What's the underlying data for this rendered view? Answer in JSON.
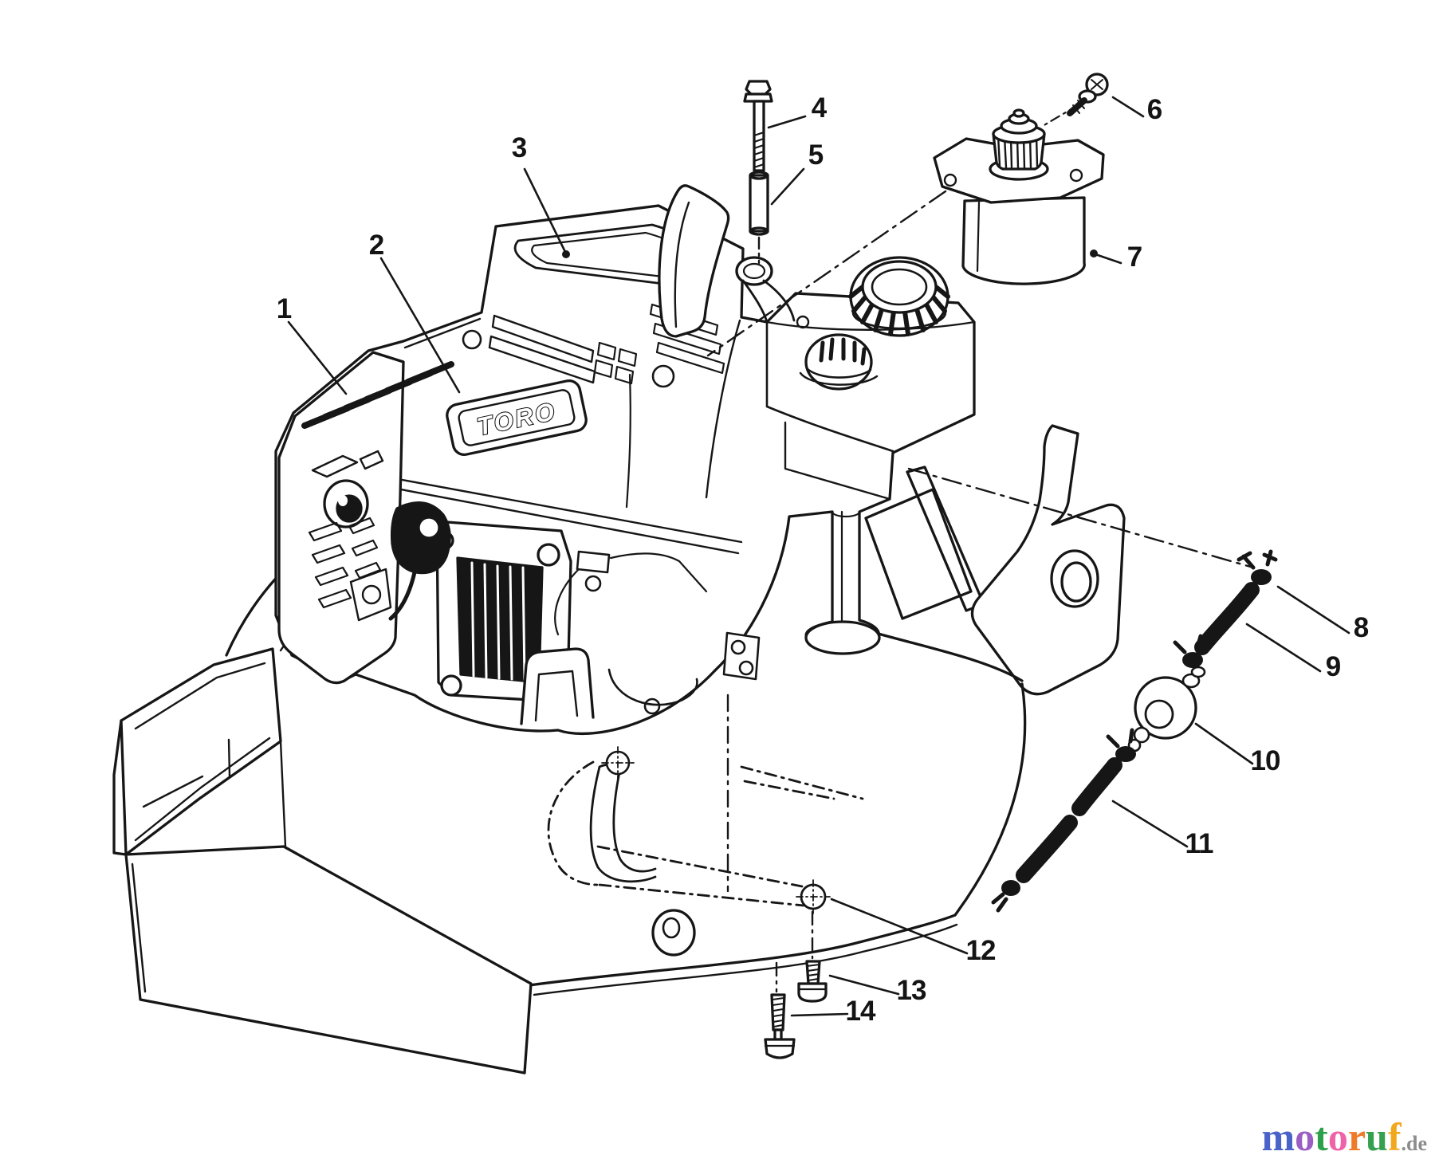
{
  "figure": {
    "type": "exploded-parts-diagram",
    "brand_badge": "TORO",
    "callouts": [
      {
        "label": "1"
      },
      {
        "label": "2"
      },
      {
        "label": "3"
      },
      {
        "label": "4"
      },
      {
        "label": "5"
      },
      {
        "label": "6"
      },
      {
        "label": "7"
      },
      {
        "label": "8"
      },
      {
        "label": "9"
      },
      {
        "label": "10"
      },
      {
        "label": "11"
      },
      {
        "label": "12"
      },
      {
        "label": "13"
      },
      {
        "label": "14"
      }
    ]
  },
  "watermark": {
    "letters": [
      {
        "char": "m",
        "css": "color:#4a63c8"
      },
      {
        "char": "o",
        "css": "color:#9a5fc3"
      },
      {
        "char": "t",
        "css": "color:#2da04a"
      },
      {
        "char": "o",
        "css": "color:#f063a8"
      },
      {
        "char": "r",
        "css": "color:#ef7b2a"
      },
      {
        "char": "u",
        "css": "color:#35a04f"
      },
      {
        "char": "f",
        "css": "color:#f2a81e"
      }
    ],
    "suffix": ".de",
    "suffix_css": "color:#8c8c8c"
  }
}
